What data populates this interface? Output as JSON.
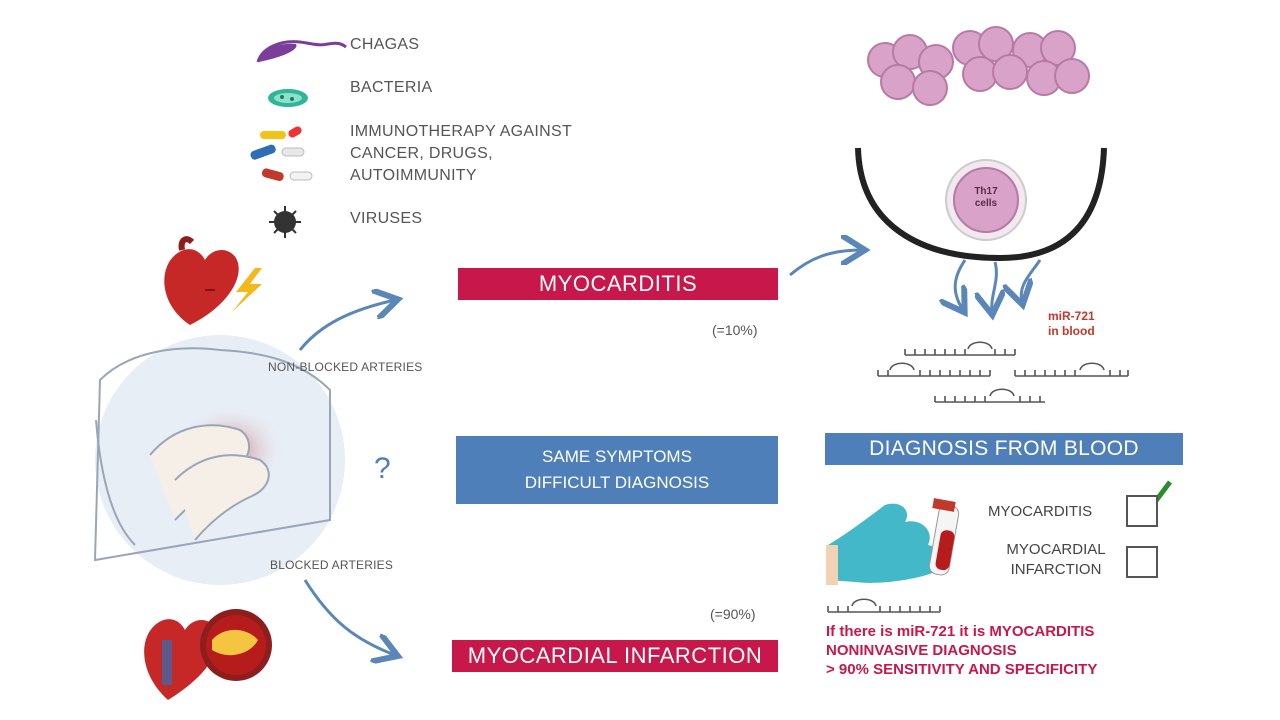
{
  "causes": [
    {
      "label": "CHAGAS",
      "icon": "parasite-icon"
    },
    {
      "label": "BACTERIA",
      "icon": "bacteria-icon"
    },
    {
      "label": "IMMUNOTHERAPY  AGAINST\nCANCER, DRUGS,\nAUTOIMMUNITY",
      "icon": "pills-icon"
    },
    {
      "label": "VIRUSES",
      "icon": "virus-icon"
    }
  ],
  "paths": {
    "non_blocked": "NON-BLOCKED ARTERIES",
    "blocked": "BLOCKED ARTERIES",
    "question": "?"
  },
  "outcomes": {
    "myocarditis": "MYOCARDITIS",
    "myocarditis_pct": "(=10%)",
    "same_symptoms_line1": "SAME SYMPTOMS",
    "same_symptoms_line2": "DIFFICULT DIAGNOSIS",
    "infarction": "MYOCARDIAL INFARCTION",
    "infarction_pct": "(=90%)"
  },
  "diagnosis": {
    "th17_line1": "Th17",
    "th17_line2": "cells",
    "mirna_line1": "miR-721",
    "mirna_line2": "in blood",
    "title": "DIAGNOSIS FROM BLOOD",
    "option_myocarditis": "MYOCARDITIS",
    "option_infarction_line1": "MYOCARDIAL",
    "option_infarction_line2": "INFARCTION",
    "conclusion_line1": "If there is miR-721 it is MYOCARDITIS",
    "conclusion_line2": "NONINVASIVE DIAGNOSIS",
    "conclusion_line3": "> 90%  SENSITIVITY AND SPECIFICITY"
  },
  "colors": {
    "accent_red": "#c8174a",
    "accent_blue": "#4f7fb8",
    "arrow_blue": "#5b87b8",
    "cell_pink": "#d9a2c8",
    "check_green": "#2e8b2e"
  }
}
